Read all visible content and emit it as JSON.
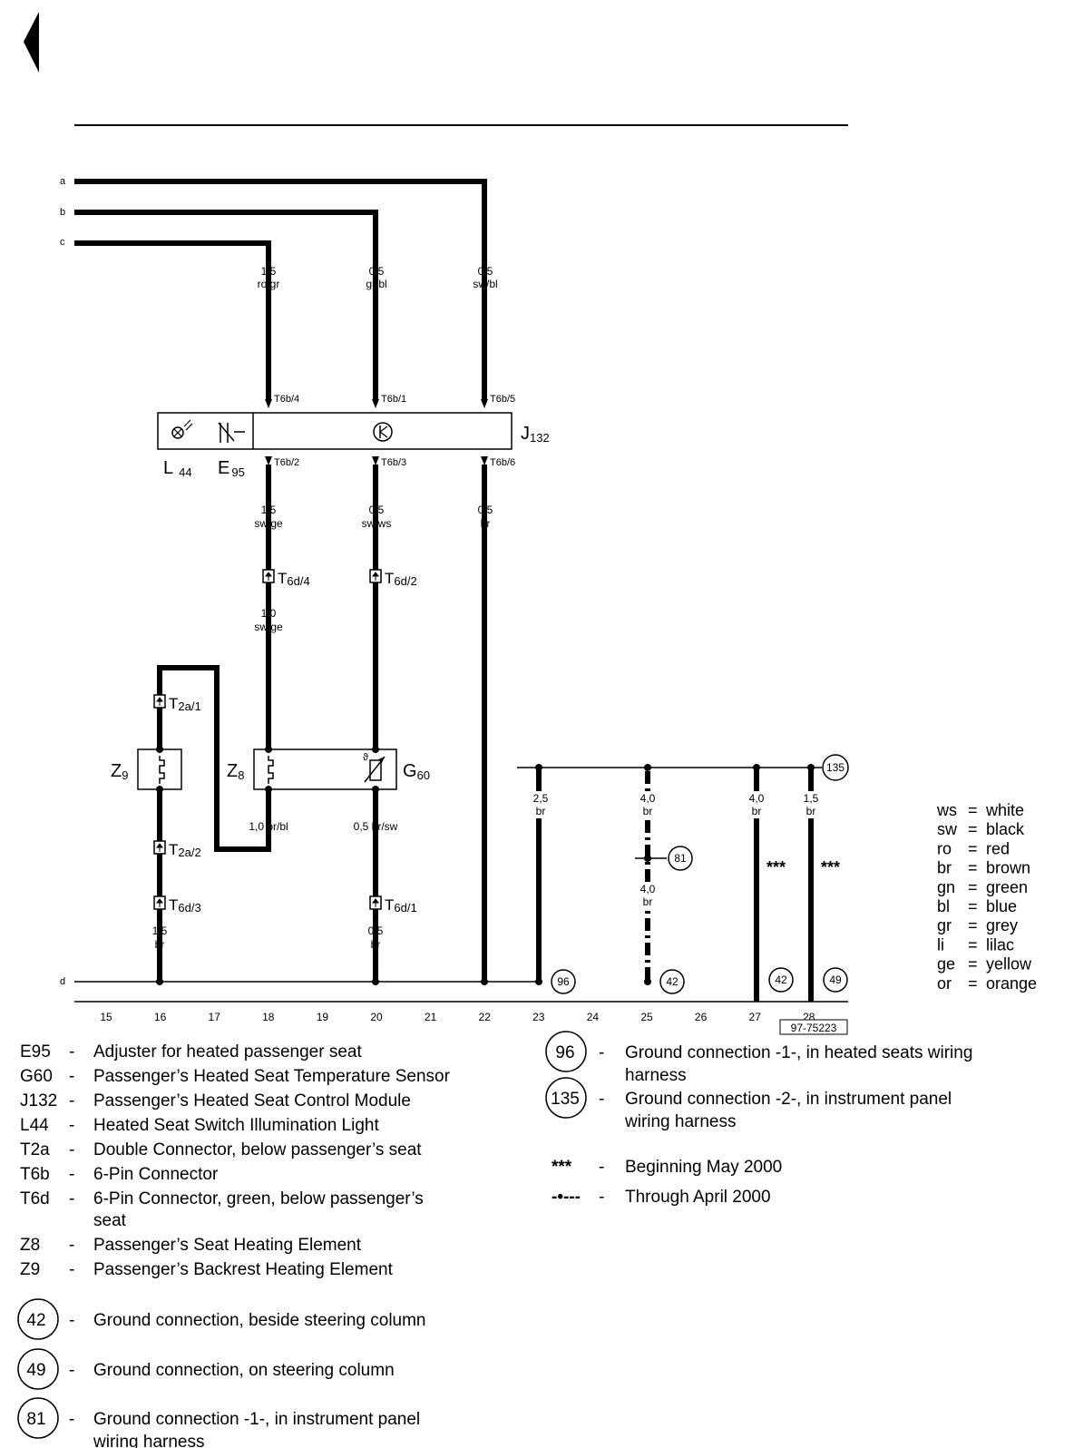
{
  "nav": {
    "back_icon": "back-arrow-icon"
  },
  "buses": {
    "a": "a",
    "b": "b",
    "c": "c",
    "d": "d"
  },
  "wires": {
    "c_to_t6b4": {
      "gauge": "1,5",
      "color": "ro/gr"
    },
    "b_to_t6b1": {
      "gauge": "0,5",
      "color": "gr/bl"
    },
    "a_to_t6b5": {
      "gauge": "0,5",
      "color": "sw/bl"
    },
    "t6b2_down": {
      "gauge": "1,5",
      "color": "sw/ge"
    },
    "t6b3_down": {
      "gauge": "0,5",
      "color": "sw/ws"
    },
    "t6b6_down": {
      "gauge": "0,5",
      "color": "br"
    },
    "t6d4_down": {
      "gauge": "1,0",
      "color": "sw/ge"
    },
    "z8_out": "1,0 br/bl",
    "g60_out": "0,5 br/sw",
    "z9_ground": {
      "gauge": "1,5",
      "color": "br"
    },
    "g60_ground": {
      "gauge": "0,5",
      "color": "br"
    },
    "col23": {
      "gauge": "2,5",
      "color": "br"
    },
    "col25_top": {
      "gauge": "4,0",
      "color": "br"
    },
    "col25_bottom": {
      "gauge": "4,0",
      "color": "br"
    },
    "col27": {
      "gauge": "4,0",
      "color": "br"
    },
    "col28": {
      "gauge": "1,5",
      "color": "br"
    }
  },
  "pins": {
    "t6b4": "T6b/4",
    "t6b1": "T6b/1",
    "t6b5": "T6b/5",
    "t6b2": "T6b/2",
    "t6b3": "T6b/3",
    "t6b6": "T6b/6"
  },
  "connectors": {
    "t6d4": {
      "base": "T",
      "sub": "6d/4"
    },
    "t6d2": {
      "base": "T",
      "sub": "6d/2"
    },
    "t2a1": {
      "base": "T",
      "sub": "2a/1"
    },
    "t2a2": {
      "base": "T",
      "sub": "2a/2"
    },
    "t6d3": {
      "base": "T",
      "sub": "6d/3"
    },
    "t6d1": {
      "base": "T",
      "sub": "6d/1"
    }
  },
  "components": {
    "j132": {
      "base": "J",
      "sub": "132"
    },
    "l44": {
      "base": "L",
      "sub": "44"
    },
    "e95": {
      "base": "E",
      "sub": "95"
    },
    "z9": {
      "base": "Z",
      "sub": "9"
    },
    "z8": {
      "base": "Z",
      "sub": "8"
    },
    "g60": {
      "base": "G",
      "sub": "60"
    }
  },
  "grounds": {
    "g135": "135",
    "g81": "81",
    "g96": "96",
    "g42a": "42",
    "g42b": "42",
    "g49": "49"
  },
  "marks": {
    "stars_27": "***",
    "stars_28": "***"
  },
  "ruler": [
    "15",
    "16",
    "17",
    "18",
    "19",
    "20",
    "21",
    "22",
    "23",
    "24",
    "25",
    "26",
    "27",
    "28"
  ],
  "ref_code": "97-75223",
  "color_key": [
    {
      "code": "ws",
      "name": "white"
    },
    {
      "code": "sw",
      "name": "black"
    },
    {
      "code": "ro",
      "name": "red"
    },
    {
      "code": "br",
      "name": "brown"
    },
    {
      "code": "gn",
      "name": "green"
    },
    {
      "code": "bl",
      "name": "blue"
    },
    {
      "code": "gr",
      "name": "grey"
    },
    {
      "code": "li",
      "name": "lilac"
    },
    {
      "code": "ge",
      "name": "yellow"
    },
    {
      "code": "or",
      "name": "orange"
    }
  ],
  "legend_left": [
    {
      "code": "E95",
      "dash": "-",
      "desc": [
        "Adjuster for heated passenger seat"
      ]
    },
    {
      "code": "G60",
      "dash": "-",
      "desc": [
        "Passenger’s Heated Seat Temperature Sensor"
      ]
    },
    {
      "code": "J132",
      "dash": "-",
      "desc": [
        "Passenger’s Heated Seat Control Module"
      ]
    },
    {
      "code": "L44",
      "dash": "-",
      "desc": [
        "Heated Seat Switch Illumination Light"
      ]
    },
    {
      "code": "T2a",
      "dash": "-",
      "desc": [
        "Double Connector, below passenger’s seat"
      ]
    },
    {
      "code": "T6b",
      "dash": "-",
      "desc": [
        "6-Pin Connector"
      ]
    },
    {
      "code": "T6d",
      "dash": "-",
      "desc": [
        "6-Pin Connector, green, below passenger’s",
        "seat"
      ]
    },
    {
      "code": "Z8",
      "dash": "-",
      "desc": [
        "Passenger’s Seat Heating Element"
      ]
    },
    {
      "code": "Z9",
      "dash": "-",
      "desc": [
        "Passenger’s Backrest Heating Element"
      ]
    }
  ],
  "legend_ground_left": [
    {
      "num": "42",
      "dash": "-",
      "desc": [
        "Ground connection, beside steering column"
      ]
    },
    {
      "num": "49",
      "dash": "-",
      "desc": [
        "Ground connection, on steering column"
      ]
    },
    {
      "num": "81",
      "dash": "-",
      "desc": [
        "Ground connection -1-, in instrument panel",
        "wiring harness"
      ]
    }
  ],
  "legend_right": [
    {
      "num": "96",
      "dash": "-",
      "desc": [
        "Ground connection -1-, in heated seats wiring",
        "harness"
      ]
    },
    {
      "num": "135",
      "dash": "-",
      "desc": [
        "Ground connection -2-, in instrument panel",
        "wiring harness"
      ]
    }
  ],
  "legend_lines": [
    {
      "symbol": "***",
      "dash": "-",
      "desc": "Beginning May 2000"
    },
    {
      "symbol": "-•---",
      "dash": "-",
      "desc": "Through April 2000"
    }
  ]
}
